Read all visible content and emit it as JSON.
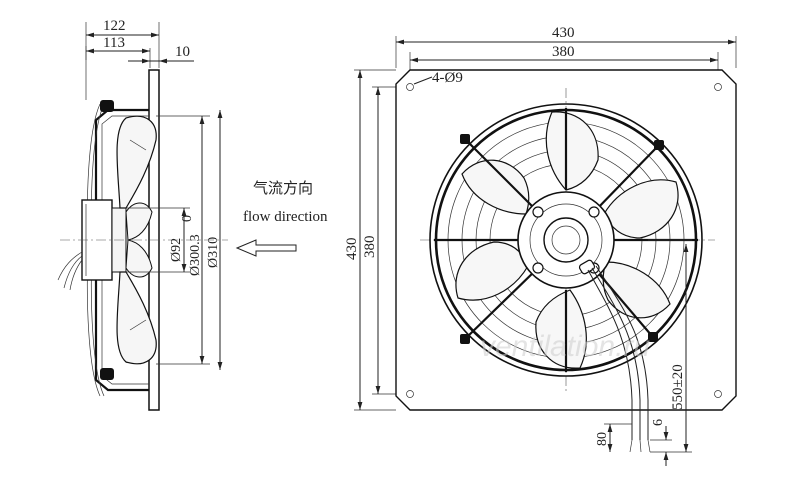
{
  "side_view": {
    "dim_depth_overall": "122",
    "dim_depth_body": "113",
    "dim_plate": "10",
    "dim_hub": "Ø92",
    "dim_shaft": "0",
    "dim_venturi": "Ø300.3",
    "dim_impeller": "Ø310"
  },
  "airflow": {
    "label_cn": "气流方向",
    "label_en": "flow direction"
  },
  "front_view": {
    "dim_plate_width": "430",
    "dim_hole_pitch_x": "380",
    "dim_plate_height": "430",
    "dim_hole_pitch_y": "380",
    "holes_callout": "4-Ø9",
    "dim_cable_length": "550±20",
    "dim_lead_strip": "80",
    "dim_lead_end": "6"
  },
  "watermark": "ventilation.ru"
}
